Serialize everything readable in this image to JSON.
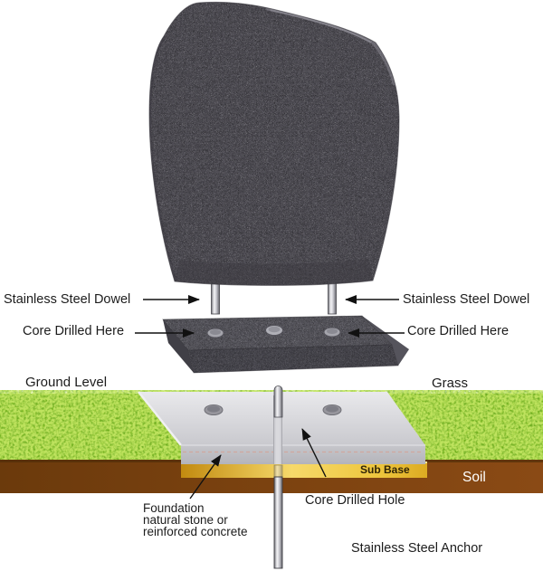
{
  "diagram": {
    "subject": "headstone-installation-cross-section",
    "labels": {
      "dowel_left": "Stainless Steel Dowel",
      "core_left": "Core Drilled Here",
      "ground_level": "Ground Level",
      "grass": "Grass",
      "dowel_right": "Stainless Steel Dowel",
      "core_right": "Core Drilled Here",
      "sub_base": "Sub Base",
      "soil": "Soil",
      "foundation": {
        "line1": "Foundation",
        "line2": "natural stone or",
        "line3": "reinforced concrete"
      },
      "core_drilled_hole": "Core Drilled Hole",
      "anchor": "Stainless Steel Anchor"
    },
    "colors": {
      "grass": "#6cae11",
      "soil": "#7a4210",
      "sub_base": "#f0cf55",
      "granite": "#54525a",
      "foundation_concrete": "#d6d6da",
      "metal": "#d9d9de",
      "label_text": "#1c1c1c"
    }
  }
}
